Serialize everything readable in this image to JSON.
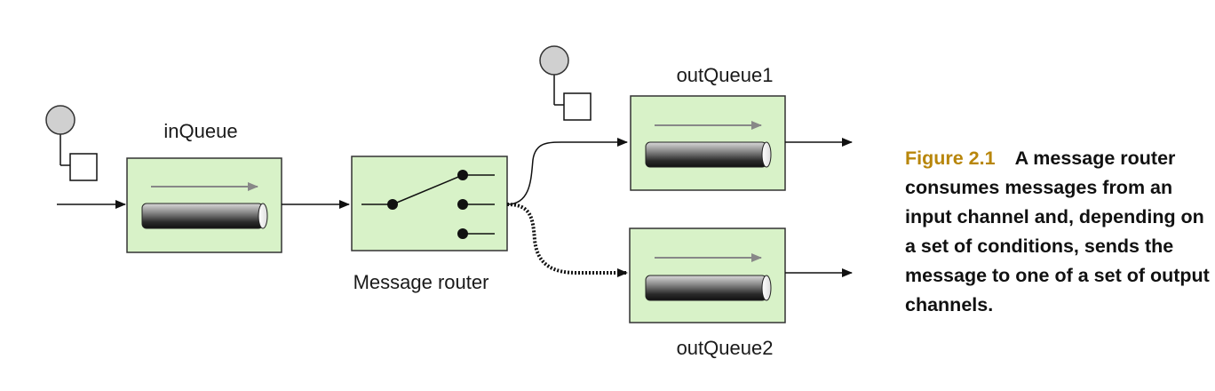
{
  "diagram": {
    "channels": {
      "in": "inQueue",
      "out1": "outQueue1",
      "out2": "outQueue2"
    },
    "router_label": "Message router"
  },
  "caption": {
    "figure_label": "Figure 2.1",
    "text": "A message router consumes messages from an input channel and, depending on a set of conditions, sends the message to one of a set of output channels."
  },
  "colors": {
    "box_fill": "#d8f2c8",
    "box_stroke": "#333333",
    "figure_label": "#b8860b"
  }
}
